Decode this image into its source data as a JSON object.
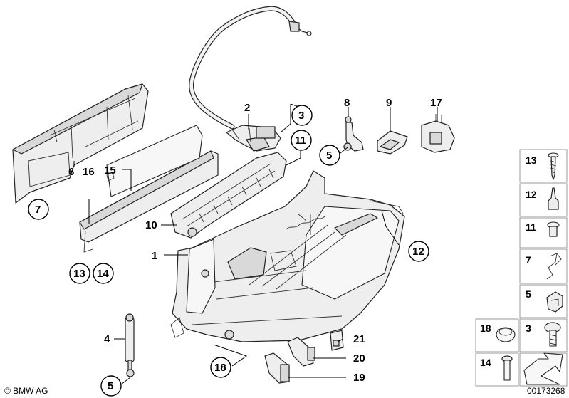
{
  "diagram": {
    "callouts": {
      "c1": "1",
      "c2": "2",
      "c3": "3",
      "c4": "4",
      "c5a": "5",
      "c5b": "5",
      "c6": "6",
      "c7": "7",
      "c8": "8",
      "c9": "9",
      "c10": "10",
      "c11": "11",
      "c12": "12",
      "c13": "13",
      "c14": "14",
      "c15": "15",
      "c16": "16",
      "c17": "17",
      "c18": "18",
      "c19": "19",
      "c20": "20",
      "c21": "21"
    },
    "legend": {
      "l13": "13",
      "l12": "12",
      "l11": "11",
      "l7": "7",
      "l5": "5",
      "l18": "18",
      "l3": "3",
      "l14": "14"
    },
    "copyright": "© BMW AG",
    "image_number": "00173268"
  }
}
